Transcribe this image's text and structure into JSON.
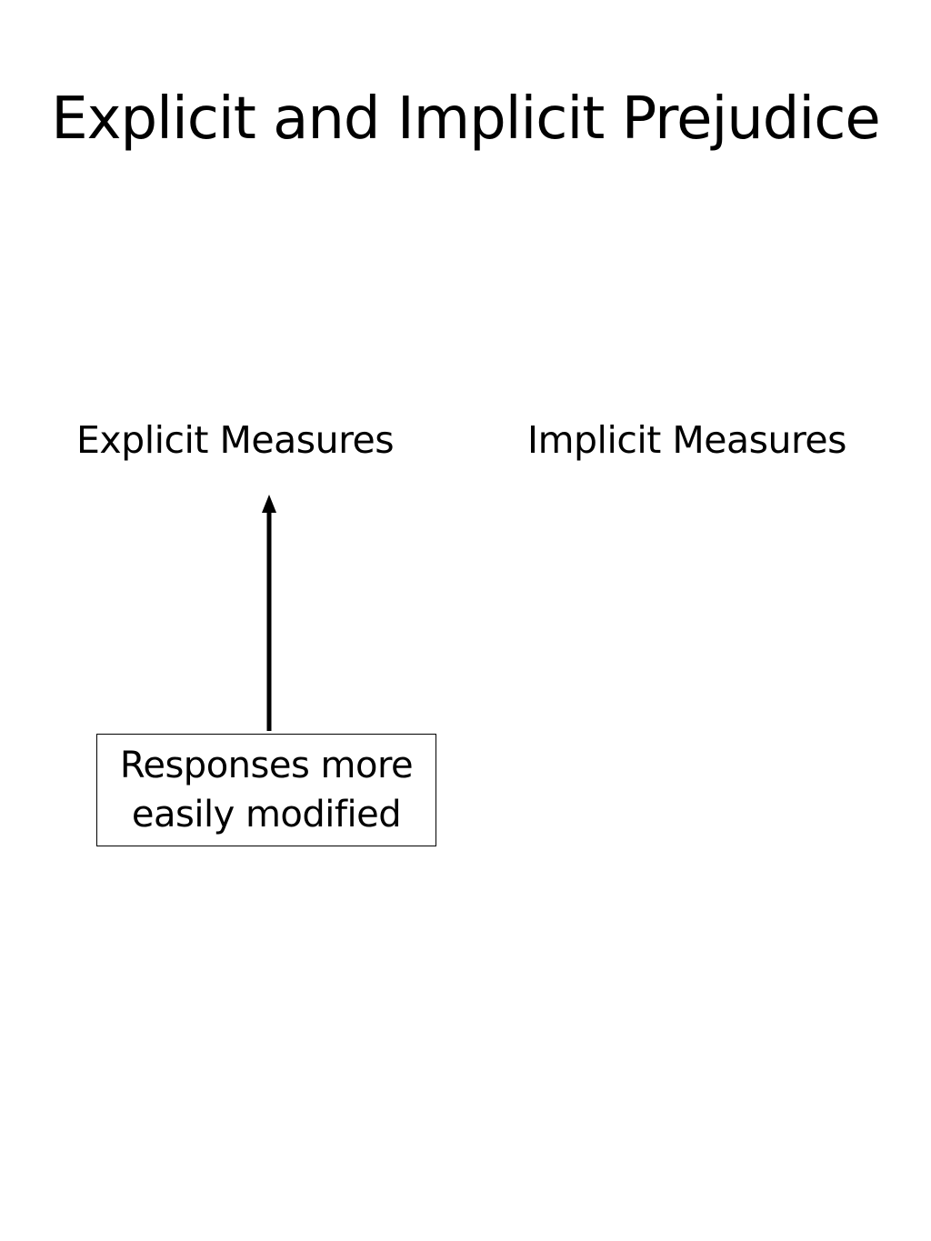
{
  "slide": {
    "title": "Explicit and Implicit Prejudice"
  },
  "measures": {
    "explicit_label": "Explicit Measures",
    "implicit_label": "Implicit Measures"
  },
  "note": {
    "line1": "Responses more",
    "line2": "easily modified"
  },
  "colors": {
    "text": "#000000",
    "background": "#ffffff"
  }
}
